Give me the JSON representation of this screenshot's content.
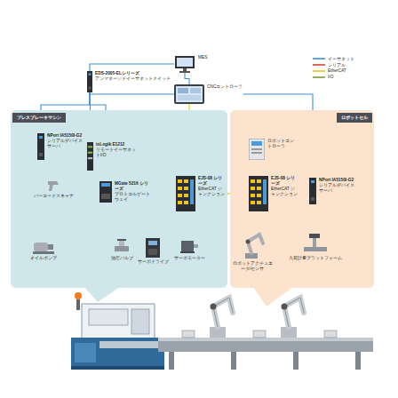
{
  "diagram": {
    "nodes": [
      {
        "text": [
          "MES"
        ]
      },
      {
        "text": [
          "EDS-2005-ELシリーズ",
          "アンマネージドイーサネットスイッチ"
        ]
      },
      {
        "text": [
          "CNCコントローラ"
        ]
      },
      {
        "text": [
          "プレスブレーキマシン"
        ]
      },
      {
        "text": [
          "ロボットセル"
        ]
      },
      {
        "text": [
          "NPort IA5150I-G2",
          "シリアルデバイスサーバ"
        ],
        "in": 3
      },
      {
        "text": [
          "ioLogik E1212",
          "リモートイーサネットI/O"
        ],
        "in": 3
      },
      {
        "text": [
          "MGate 5216 シリーズ",
          "プロトコルゲートウェイ"
        ],
        "in": 3
      },
      {
        "text": [
          "EJS-08 シリーズ",
          "EtherCAT ジャンクション"
        ],
        "in": 3
      },
      {
        "text": [
          "バーコードスキャナ"
        ],
        "in": 3
      },
      {
        "text": [
          "オイルポンプ"
        ],
        "in": 3
      },
      {
        "text": [
          "油圧バルブ"
        ],
        "in": 3
      },
      {
        "text": [
          "サーボドライブ"
        ],
        "in": 3
      },
      {
        "text": [
          "サーボモーター"
        ],
        "in": 3
      },
      {
        "text": [
          "ロボットコントローラ"
        ],
        "in": 4
      },
      {
        "text": [
          "EJS-08 シリーズ",
          "EtherCAT ジャンクション"
        ],
        "in": 4
      },
      {
        "text": [
          "NPort IA5150I-G2",
          "シリアルデバイスサーバ"
        ],
        "in": 4
      },
      {
        "text": [
          "ロボットアクチュエータ/センサ"
        ],
        "in": 4
      },
      {
        "text": [
          "入荷計量プラットフォーム"
        ],
        "in": 4
      }
    ],
    "edges": [
      {
        "from": 1,
        "to": 0,
        "arrow": "none"
      },
      {
        "from": 1,
        "to": 2,
        "arrow": "none"
      },
      {
        "from": 1,
        "to": 5,
        "arrow": "none"
      },
      {
        "from": 1,
        "to": 6,
        "arrow": "none"
      },
      {
        "from": 1,
        "to": 7,
        "arrow": "none"
      },
      {
        "from": 2,
        "to": 0,
        "arrow": "none"
      },
      {
        "from": 2,
        "to": 8,
        "arrow": "none"
      },
      {
        "from": 2,
        "to": 16,
        "arrow": "none"
      },
      {
        "from": 8,
        "to": 15,
        "arrow": "none"
      },
      {
        "from": 15,
        "to": 14,
        "arrow": "none"
      },
      {
        "from": 5,
        "to": 9,
        "arrow": "none"
      },
      {
        "from": 6,
        "to": 10,
        "arrow": "none"
      },
      {
        "from": 7,
        "to": 11,
        "arrow": "none"
      },
      {
        "from": 8,
        "to": 12,
        "arrow": "none"
      },
      {
        "from": 8,
        "to": 13,
        "arrow": "none"
      },
      {
        "from": 15,
        "to": 17,
        "arrow": "none"
      },
      {
        "from": 16,
        "to": 18,
        "arrow": "none"
      }
    ],
    "legend": [
      {
        "text": "イーサネット"
      },
      {
        "text": "シリアル"
      },
      {
        "text": "EtherCAT"
      },
      {
        "text": "I/O"
      }
    ]
  }
}
